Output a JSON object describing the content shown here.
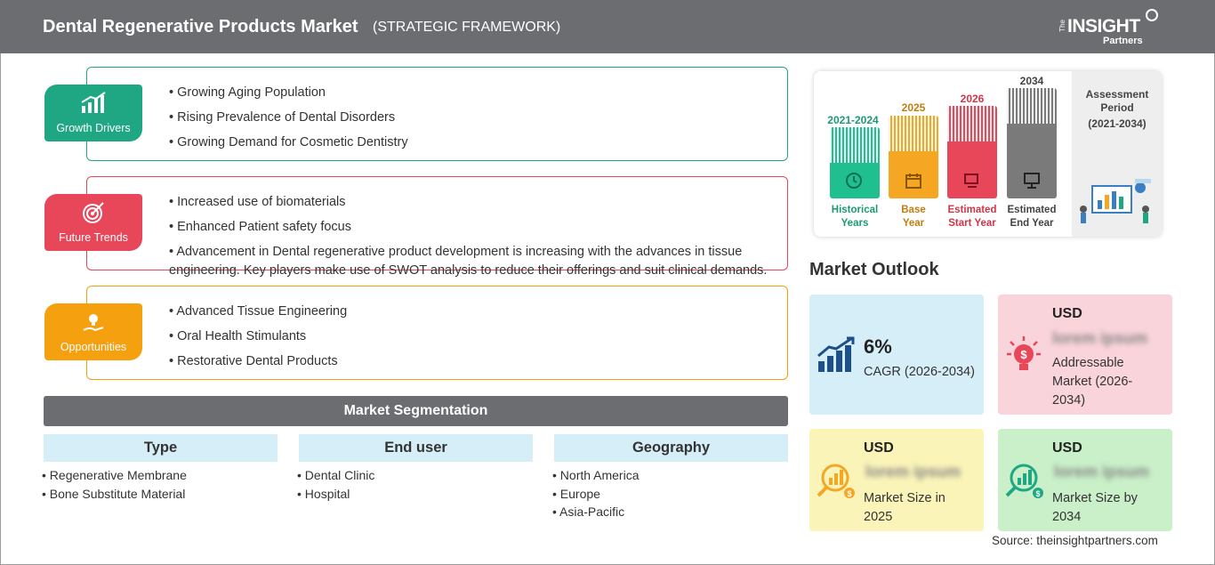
{
  "header": {
    "title": "Dental Regenerative Products Market",
    "subtitle": "(STRATEGIC FRAMEWORK)",
    "logo": {
      "the": "The",
      "insight": "INSIGHT",
      "partners": "Partners"
    }
  },
  "framework": {
    "growth": {
      "label": "Growth Drivers",
      "color": "#1fa784",
      "items": [
        "Growing Aging Population",
        "Rising Prevalence of Dental Disorders",
        "Growing Demand for Cosmetic Dentistry"
      ]
    },
    "trends": {
      "label": "Future Trends",
      "color": "#e8475a",
      "items": [
        "Increased use of biomaterials",
        "Enhanced Patient safety focus",
        "Advancement in Dental regenerative product development is increasing with the advances in tissue engineering. Key players make use of SWOT analysis to reduce their offerings and suit clinical demands."
      ]
    },
    "opportunities": {
      "label": "Opportunities",
      "color": "#f5a00f",
      "items": [
        "Advanced Tissue Engineering",
        "Oral Health Stimulants",
        "Restorative Dental Products"
      ]
    }
  },
  "segmentation": {
    "title": "Market Segmentation",
    "columns": [
      {
        "header": "Type",
        "items": [
          "Regenerative Membrane",
          "Bone Substitute Material"
        ]
      },
      {
        "header": "End user",
        "items": [
          "Dental Clinic",
          "Hospital"
        ]
      },
      {
        "header": "Geography",
        "items": [
          "North America",
          "Europe",
          "Asia-Pacific"
        ]
      }
    ]
  },
  "timeline": {
    "bars": [
      {
        "year": "2021-2024",
        "caption1": "Historical",
        "caption2": "Years",
        "color": "#1fbf8f",
        "text_color": "#1a9a74"
      },
      {
        "year": "2025",
        "caption1": "Base",
        "caption2": "Year",
        "color": "#f5a623",
        "text_color": "#c47d0e"
      },
      {
        "year": "2026",
        "caption1": "Estimated",
        "caption2": "Start Year",
        "color": "#e8475a",
        "text_color": "#d23448"
      },
      {
        "year": "2034",
        "caption1": "Estimated",
        "caption2": "End Year",
        "color": "#7a7a7a",
        "text_color": "#444444"
      }
    ],
    "assessment": {
      "line1": "Assessment",
      "line2": "Period",
      "line3": "(2021-2034)"
    }
  },
  "outlook": {
    "title": "Market Outlook",
    "cagr": {
      "value": "6%",
      "label": "CAGR (2026-2034)"
    },
    "addressable": {
      "currency": "USD",
      "value": "lorem ipsum",
      "label": "Addressable Market (2026-2034)"
    },
    "size2025": {
      "currency": "USD",
      "value": "lorem ipsum",
      "label": "Market Size in 2025"
    },
    "size2034": {
      "currency": "USD",
      "value": "lorem ipsum",
      "label": "Market Size by 2034"
    }
  },
  "source": "Source: theinsightpartners.com"
}
